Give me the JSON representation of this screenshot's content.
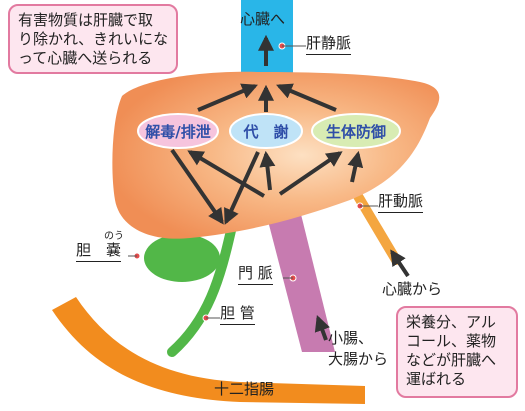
{
  "callouts": {
    "top_left": [
      "有害物質は肝臓で取",
      "り除かれ、きれいにな",
      "って心臓へ送られる"
    ],
    "bottom_right": [
      "栄養分、アル",
      "コール、薬物",
      "などが肝臓へ",
      "運ばれる"
    ]
  },
  "organs": {
    "to_heart": "心臓へ",
    "hepatic_vein": "肝静脈",
    "hepatic_artery": "肝動脈",
    "from_heart": "心臓から",
    "gallbladder": "胆　嚢",
    "gallbladder_ruby": "のう",
    "portal_vein": "門 脈",
    "bile_duct": "胆 管",
    "from_intestines": [
      "小腸、",
      "大腸から"
    ],
    "duodenum": "十二指腸"
  },
  "functions": [
    "解毒/排泄",
    "代　謝",
    "生体防御"
  ],
  "colors": {
    "liver": "#f3a06a",
    "hepatic_vein": "#29b6e8",
    "portal_vein": "#c77bb0",
    "hepatic_artery": "#f4a640",
    "bile": "#52b748",
    "duodenum": "#f28c1e",
    "callout_bg": "#fde6ef",
    "callout_border": "#e27aa0"
  }
}
